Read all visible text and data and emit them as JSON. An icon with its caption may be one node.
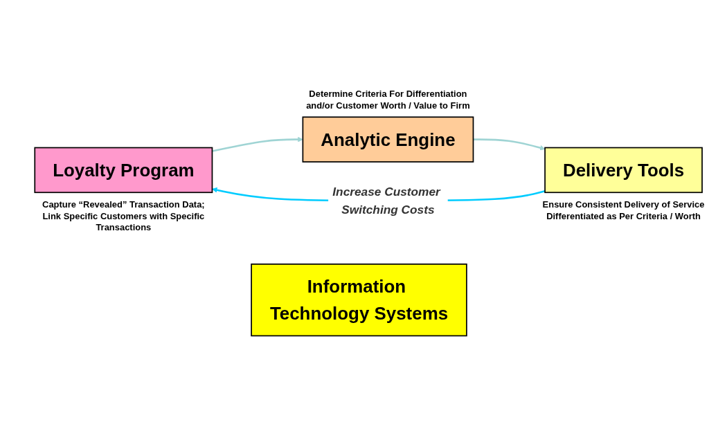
{
  "diagram": {
    "nodes": [
      {
        "text": [
          "Loyalty Program"
        ],
        "beside": [
          "Capture “Revealed” Transaction Data; Link Specific Customers with Specific Transactions"
        ]
      },
      {
        "text": [
          "Analytic Engine"
        ],
        "beside": [
          "Determine Criteria For Differentiation and/or Customer Worth / Value to Firm"
        ]
      },
      {
        "text": [
          "Delivery Tools"
        ],
        "beside": [
          "Ensure Consistent Delivery of Service Differentiated as Per Criteria / Worth"
        ]
      },
      {
        "text": [
          "Information Technology Systems"
        ]
      }
    ],
    "edges": [
      {
        "from": 0,
        "to": 1,
        "arrow": "to"
      },
      {
        "from": 1,
        "to": 2,
        "arrow": "to"
      },
      {
        "from": 2,
        "to": 0,
        "arrow": "to",
        "color": "#00ccff",
        "label": "Increase Customer Switching Costs"
      }
    ]
  }
}
